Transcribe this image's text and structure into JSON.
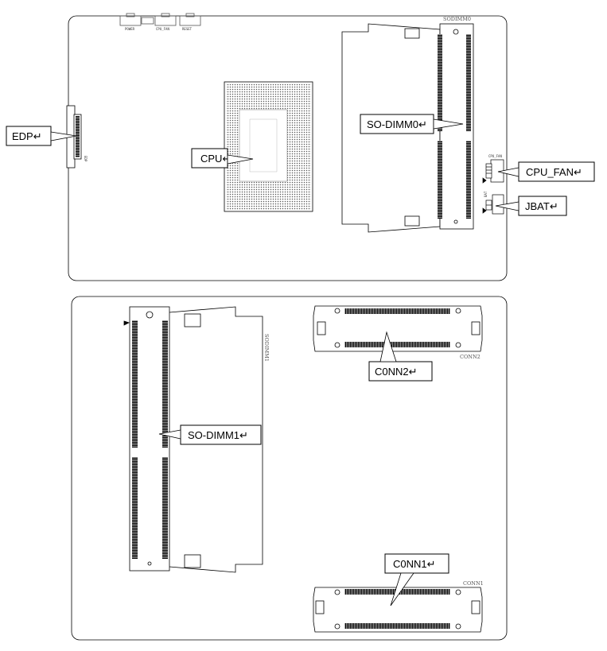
{
  "callouts": {
    "edp": "EDP↵",
    "cpu": "CPU↵",
    "sodimm0": "SO-DIMM0↵",
    "cpu_fan": "CPU_FAN↵",
    "jbat": "JBAT↵",
    "sodimm1": "SO-DIMM1↵",
    "conn2": "C0NN2↵",
    "conn1": "C0NN1↵"
  },
  "silkscreen": {
    "sodimm0": "SODIMM0",
    "sodimm1": "SODIMM1",
    "conn1": "CONN1",
    "conn2": "CONN2",
    "edp": "EDP",
    "cpu_fan": "CPU_FAN",
    "bat": "BAT",
    "btn_power": "POWER",
    "btn_cpu_fan": "CPU_FAN",
    "btn_reset": "RESET"
  }
}
